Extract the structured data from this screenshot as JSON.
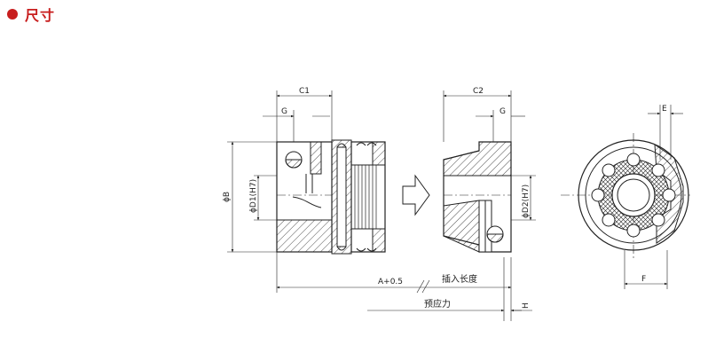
{
  "header": {
    "title": "尺寸",
    "bullet_color": "#c81e1e"
  },
  "drawing": {
    "labels": {
      "c1": "C1",
      "g_left": "G",
      "c2": "C2",
      "g_right": "G",
      "e": "E",
      "phi_b": "ϕB",
      "phi_d1": "ϕD1(H7)",
      "phi_d2": "ϕD2(H7)",
      "a_plus": "A+0.5",
      "insert_length": "插入长度",
      "preload": "预应力",
      "h": "H",
      "f": "F"
    }
  }
}
